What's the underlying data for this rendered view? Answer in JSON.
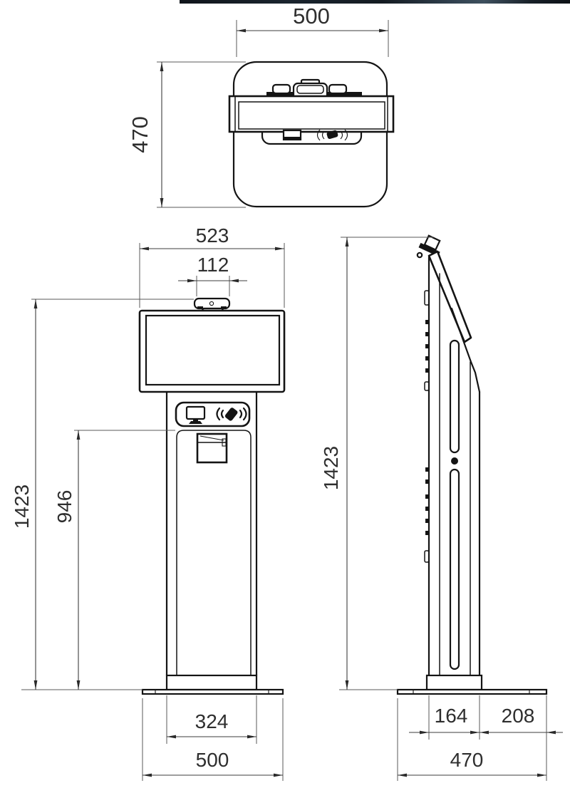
{
  "page": {
    "background": "#ffffff",
    "top_strip_color": "#141b22"
  },
  "drawing": {
    "type": "engineering-dimension-drawing",
    "subject": "self-service kiosk with screen, webcam, card reader and printer",
    "units": "mm",
    "line_color": "#141414",
    "dim_color": "#3d3d3d",
    "views": {
      "top": {
        "label": "top-view",
        "dims": {
          "width": "500",
          "depth": "470"
        }
      },
      "front": {
        "label": "front-view",
        "icons": [
          "monitor-icon",
          "contactless-payment-icon",
          "webcam-icon",
          "printer-slot"
        ],
        "dims": {
          "screen_width": "523",
          "camera_width": "112",
          "total_height": "1423",
          "reader_height": "946",
          "column_width": "324",
          "base_width": "500"
        }
      },
      "side": {
        "label": "side-view",
        "dims": {
          "total_height": "1423",
          "column_depth": "164",
          "base_rear_offset": "208",
          "base_depth": "470"
        }
      }
    }
  }
}
